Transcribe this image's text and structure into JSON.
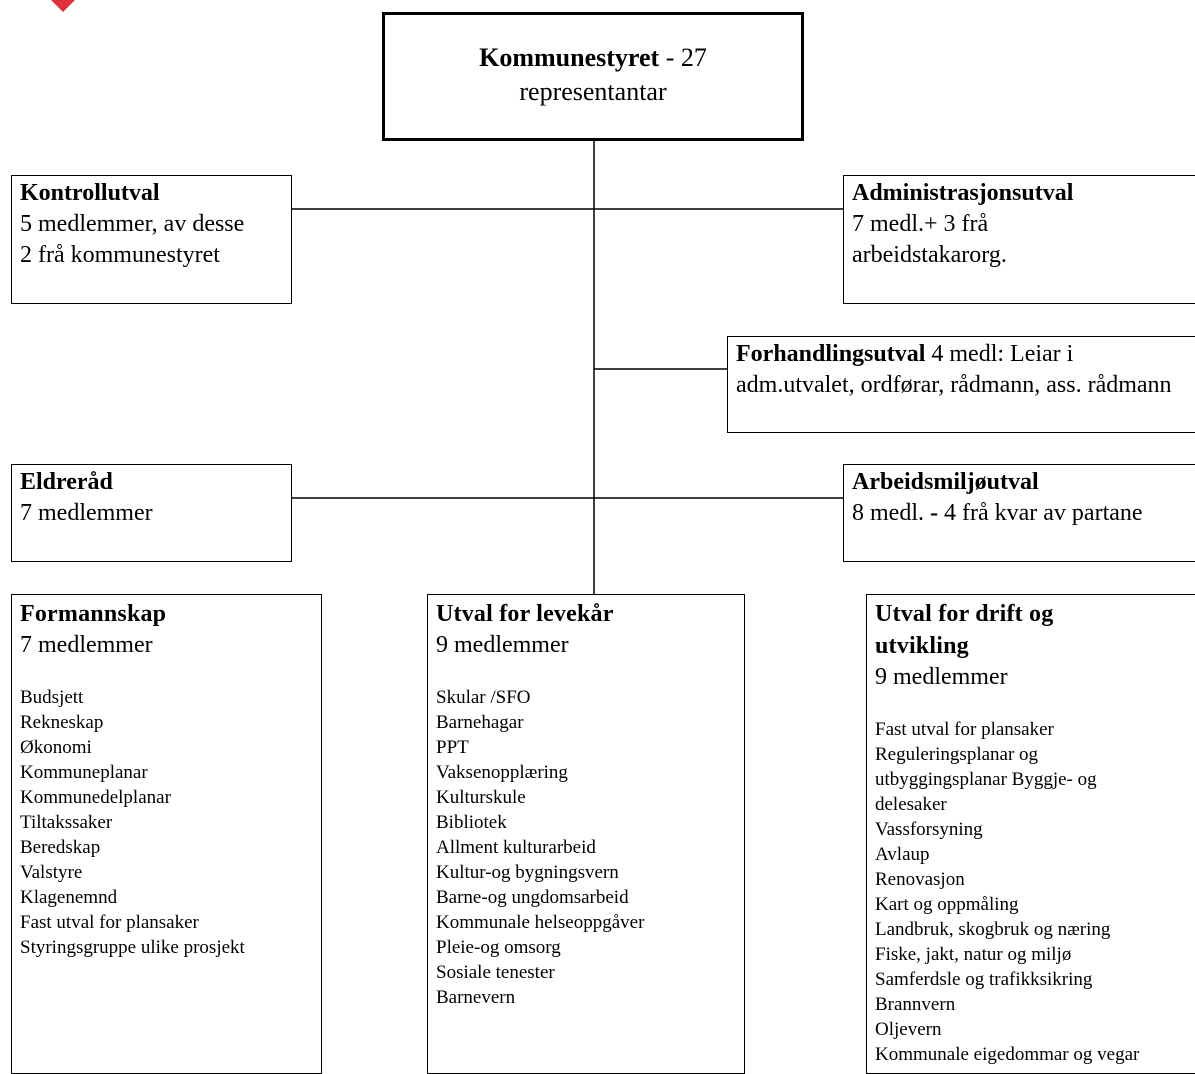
{
  "colors": {
    "line": "#000000",
    "logo": "#e0303a"
  },
  "icons": {
    "logo": "red-diamond-logo"
  },
  "top": {
    "title": "Kommunestyret",
    "sep": " - 27",
    "subtitle": "representantar"
  },
  "kontrollutval": {
    "title": "Kontrollutval",
    "desc": "5 medlemmer, av desse 2 frå kommunestyret"
  },
  "administrasjonsutval": {
    "title": "Administrasjonsutval",
    "desc": "7 medl.+ 3 frå arbeidstakarorg."
  },
  "forhandlingsutval": {
    "title": "Forhandlingsutval",
    "desc": " 4 medl: Leiar i adm.utvalet, ordførar, rådmann, ass. rådmann"
  },
  "eldrerad": {
    "title": "Eldreråd",
    "desc": "7 medlemmer"
  },
  "arbeidsmiljoutval": {
    "title": "Arbeidsmiljøutval",
    "desc_a": "8 medl. ",
    "dash": "-",
    "desc_b": " 4 frå kvar av partane"
  },
  "formannskap": {
    "title": "Formannskap",
    "members": "7 medlemmer",
    "items": [
      "Budsjett",
      "Rekneskap",
      "Økonomi",
      "Kommuneplanar",
      "Kommunedelplanar",
      "Tiltakssaker",
      "Beredskap",
      "Valstyre",
      "Klagenemnd",
      "Fast utval for plansaker",
      "Styringsgruppe ulike prosjekt"
    ]
  },
  "levekar": {
    "title": "Utval for levekår",
    "members": "9 medlemmer",
    "items": [
      "Skular /SFO",
      "Barnehagar",
      "PPT",
      "Vaksenopplæring",
      "Kulturskule",
      "Bibliotek",
      "Allment kulturarbeid",
      "Kultur-og bygningsvern",
      "Barne-og ungdomsarbeid",
      "Kommunale helseoppgåver",
      "Pleie-og omsorg",
      "Sosiale tenester",
      "Barnevern"
    ]
  },
  "drift": {
    "title": "Utval for drift og utvikling",
    "members": "9 medlemmer",
    "items": [
      "Fast utval for plansaker",
      "Reguleringsplanar og utbyggingsplanar Byggje- og delesaker",
      "Vassforsyning",
      "Avlaup",
      "Renovasjon",
      "Kart og oppmåling",
      "Landbruk, skogbruk og næring",
      "Fiske, jakt, natur og miljø",
      "Samferdsle og trafikksikring",
      "Brannvern",
      "Oljevern",
      "Kommunale eigedommar og vegar"
    ]
  }
}
